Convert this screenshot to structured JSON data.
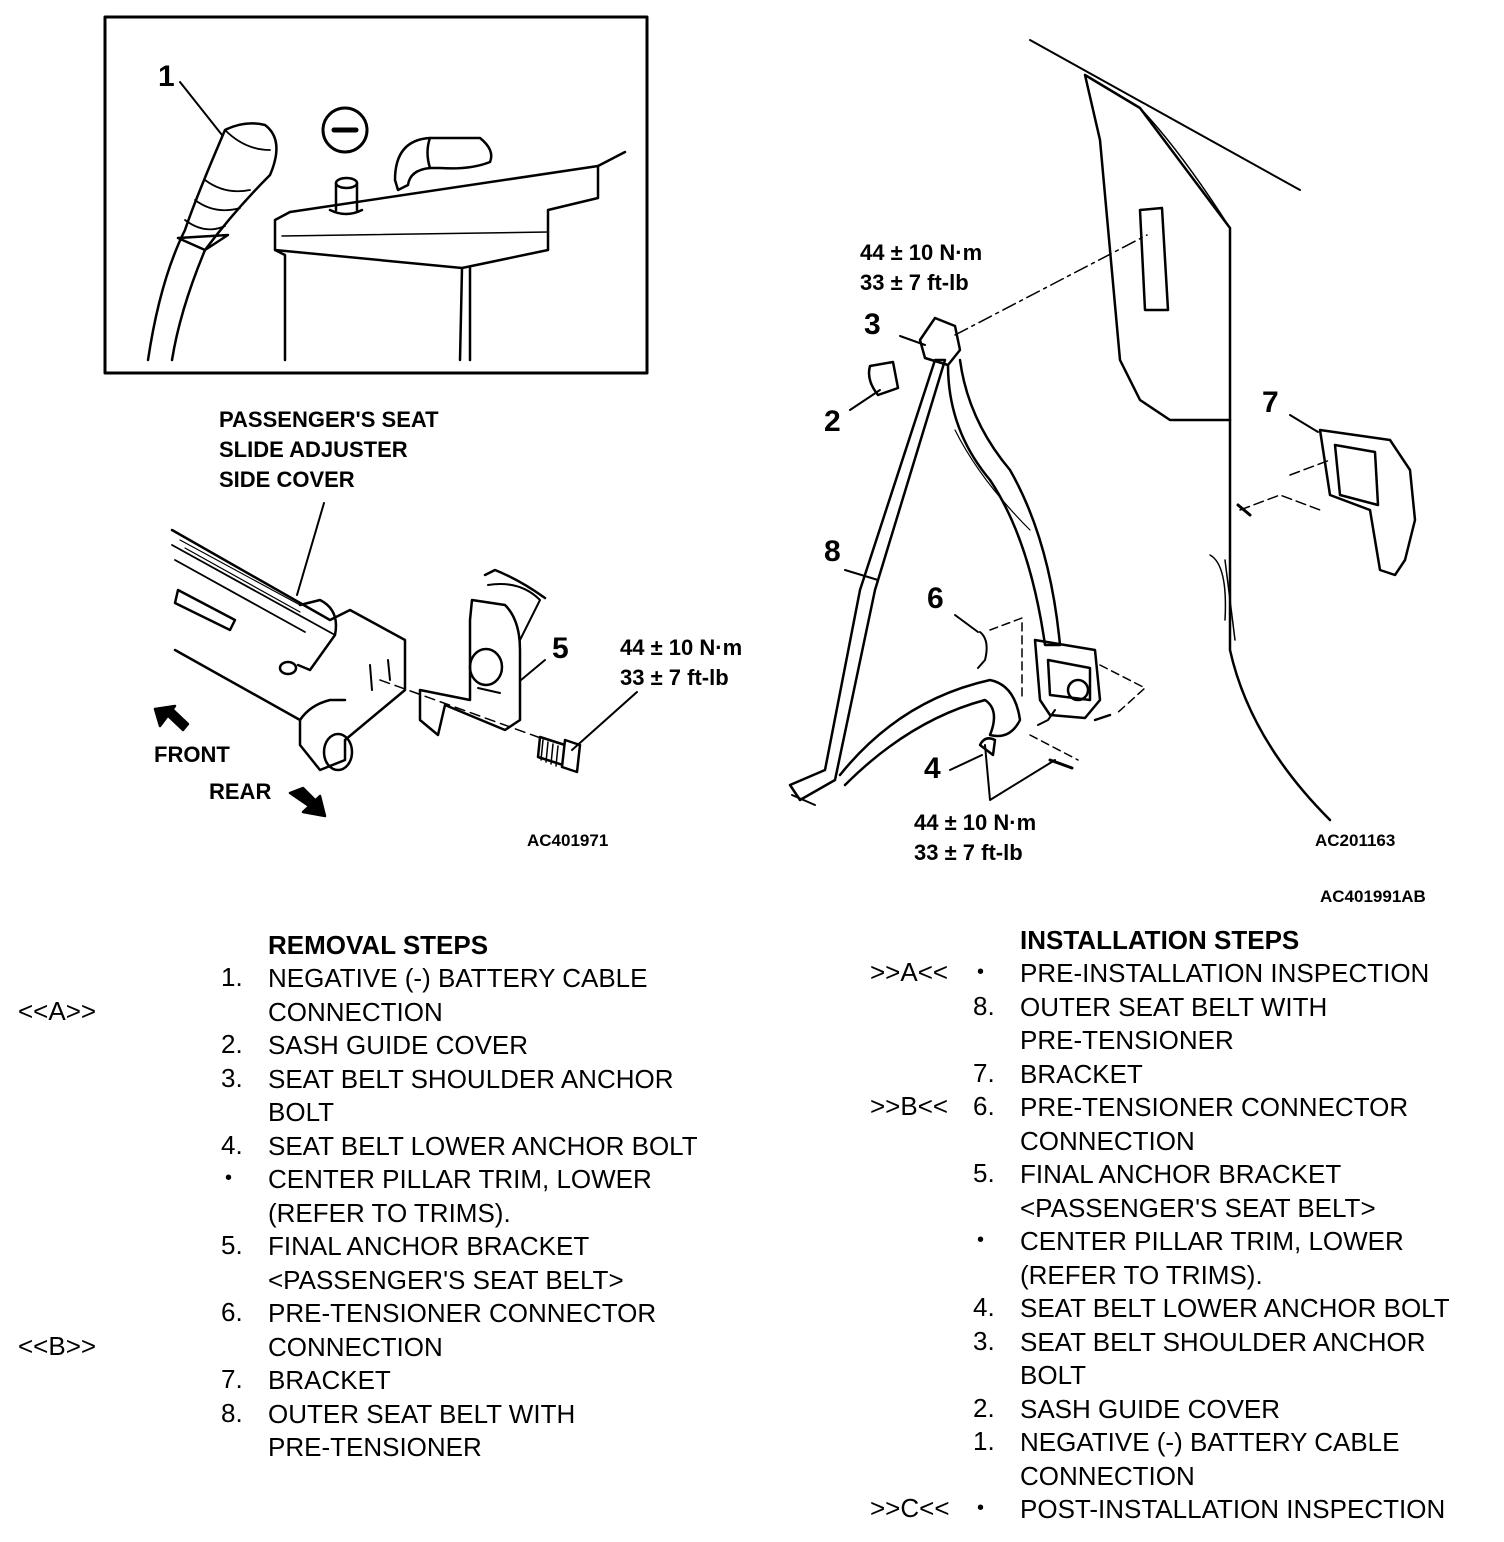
{
  "figure": {
    "battery_inset": {
      "callout": "1",
      "minus_symbol": "−"
    },
    "seat_view": {
      "component_label": "PASSENGER'S SEAT\nSLIDE ADJUSTER\nSIDE COVER",
      "callout": "5",
      "torque": "44 ± 10 N·m\n33 ± 7 ft-lb",
      "front_label": "FRONT",
      "rear_label": "REAR",
      "figure_code": "AC401971"
    },
    "pillar_view": {
      "callouts": {
        "c2": "2",
        "c3": "3",
        "c4": "4",
        "c6": "6",
        "c7": "7",
        "c8": "8"
      },
      "torque_upper": "44 ± 10 N·m\n33 ± 7 ft-lb",
      "torque_lower": "44 ± 10 N·m\n33 ± 7 ft-lb",
      "figure_code": "AC201163"
    },
    "sheet_code": "AC401991AB"
  },
  "removal": {
    "title": "REMOVAL STEPS",
    "rows": [
      {
        "mark": "<<A>>",
        "num": "1.",
        "text": [
          "NEGATIVE (-) BATTERY CABLE",
          "CONNECTION"
        ]
      },
      {
        "mark": "",
        "num": "2.",
        "text": [
          "SASH GUIDE COVER"
        ]
      },
      {
        "mark": "",
        "num": "3.",
        "text": [
          "SEAT BELT SHOULDER ANCHOR",
          "BOLT"
        ]
      },
      {
        "mark": "",
        "num": "4.",
        "text": [
          "SEAT BELT LOWER ANCHOR BOLT"
        ]
      },
      {
        "mark": "",
        "num": "•",
        "text": [
          "CENTER PILLAR TRIM, LOWER",
          "(REFER TO TRIMS)."
        ]
      },
      {
        "mark": "",
        "num": "5.",
        "text": [
          "FINAL ANCHOR BRACKET",
          "<PASSENGER'S SEAT BELT>"
        ]
      },
      {
        "mark": "<<B>>",
        "num": "6.",
        "text": [
          "PRE-TENSIONER CONNECTOR",
          "CONNECTION"
        ]
      },
      {
        "mark": "",
        "num": "7.",
        "text": [
          "BRACKET"
        ]
      },
      {
        "mark": "",
        "num": "8.",
        "text": [
          "OUTER SEAT BELT WITH",
          "PRE-TENSIONER"
        ]
      }
    ]
  },
  "installation": {
    "title": "INSTALLATION STEPS",
    "rows": [
      {
        "mark": ">>A<<",
        "num": "•",
        "text": [
          "PRE-INSTALLATION INSPECTION"
        ]
      },
      {
        "mark": "",
        "num": "8.",
        "text": [
          "OUTER SEAT BELT WITH",
          "PRE-TENSIONER"
        ]
      },
      {
        "mark": "",
        "num": "7.",
        "text": [
          "BRACKET"
        ]
      },
      {
        "mark": ">>B<<",
        "num": "6.",
        "text": [
          "PRE-TENSIONER CONNECTOR",
          "CONNECTION"
        ]
      },
      {
        "mark": "",
        "num": "5.",
        "text": [
          "FINAL ANCHOR BRACKET",
          "<PASSENGER'S SEAT BELT>"
        ]
      },
      {
        "mark": "",
        "num": "•",
        "text": [
          "CENTER PILLAR TRIM, LOWER",
          "(REFER TO TRIMS)."
        ]
      },
      {
        "mark": "",
        "num": "4.",
        "text": [
          "SEAT BELT LOWER ANCHOR BOLT"
        ]
      },
      {
        "mark": "",
        "num": "3.",
        "text": [
          "SEAT BELT SHOULDER ANCHOR",
          "BOLT"
        ]
      },
      {
        "mark": "",
        "num": "2.",
        "text": [
          "SASH GUIDE COVER"
        ]
      },
      {
        "mark": "",
        "num": "1.",
        "text": [
          "NEGATIVE (-) BATTERY CABLE",
          "CONNECTION"
        ]
      },
      {
        "mark": ">>C<<",
        "num": "•",
        "text": [
          "POST-INSTALLATION INSPECTION"
        ]
      }
    ]
  }
}
